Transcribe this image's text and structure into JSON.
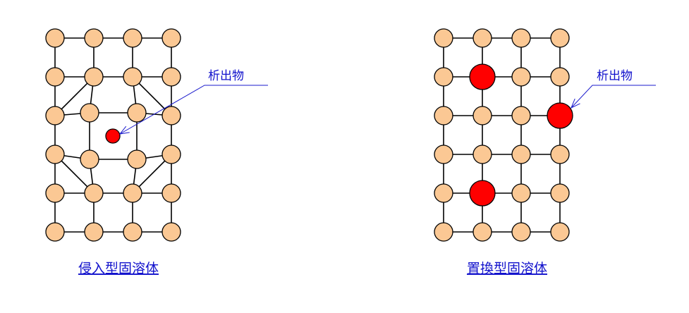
{
  "colors": {
    "host_atom": "#fbc894",
    "precipitate_atom": "#ff0000",
    "bond": "#000000",
    "caption_text": "#1111cc",
    "leader_line": "#1a1acc"
  },
  "diagrams": [
    {
      "id": "interstitial",
      "caption": "侵入型固溶体",
      "precipitate_label": "析出物"
    },
    {
      "id": "substitutional",
      "caption": "置換型固溶体",
      "precipitate_label": "析出物"
    }
  ]
}
